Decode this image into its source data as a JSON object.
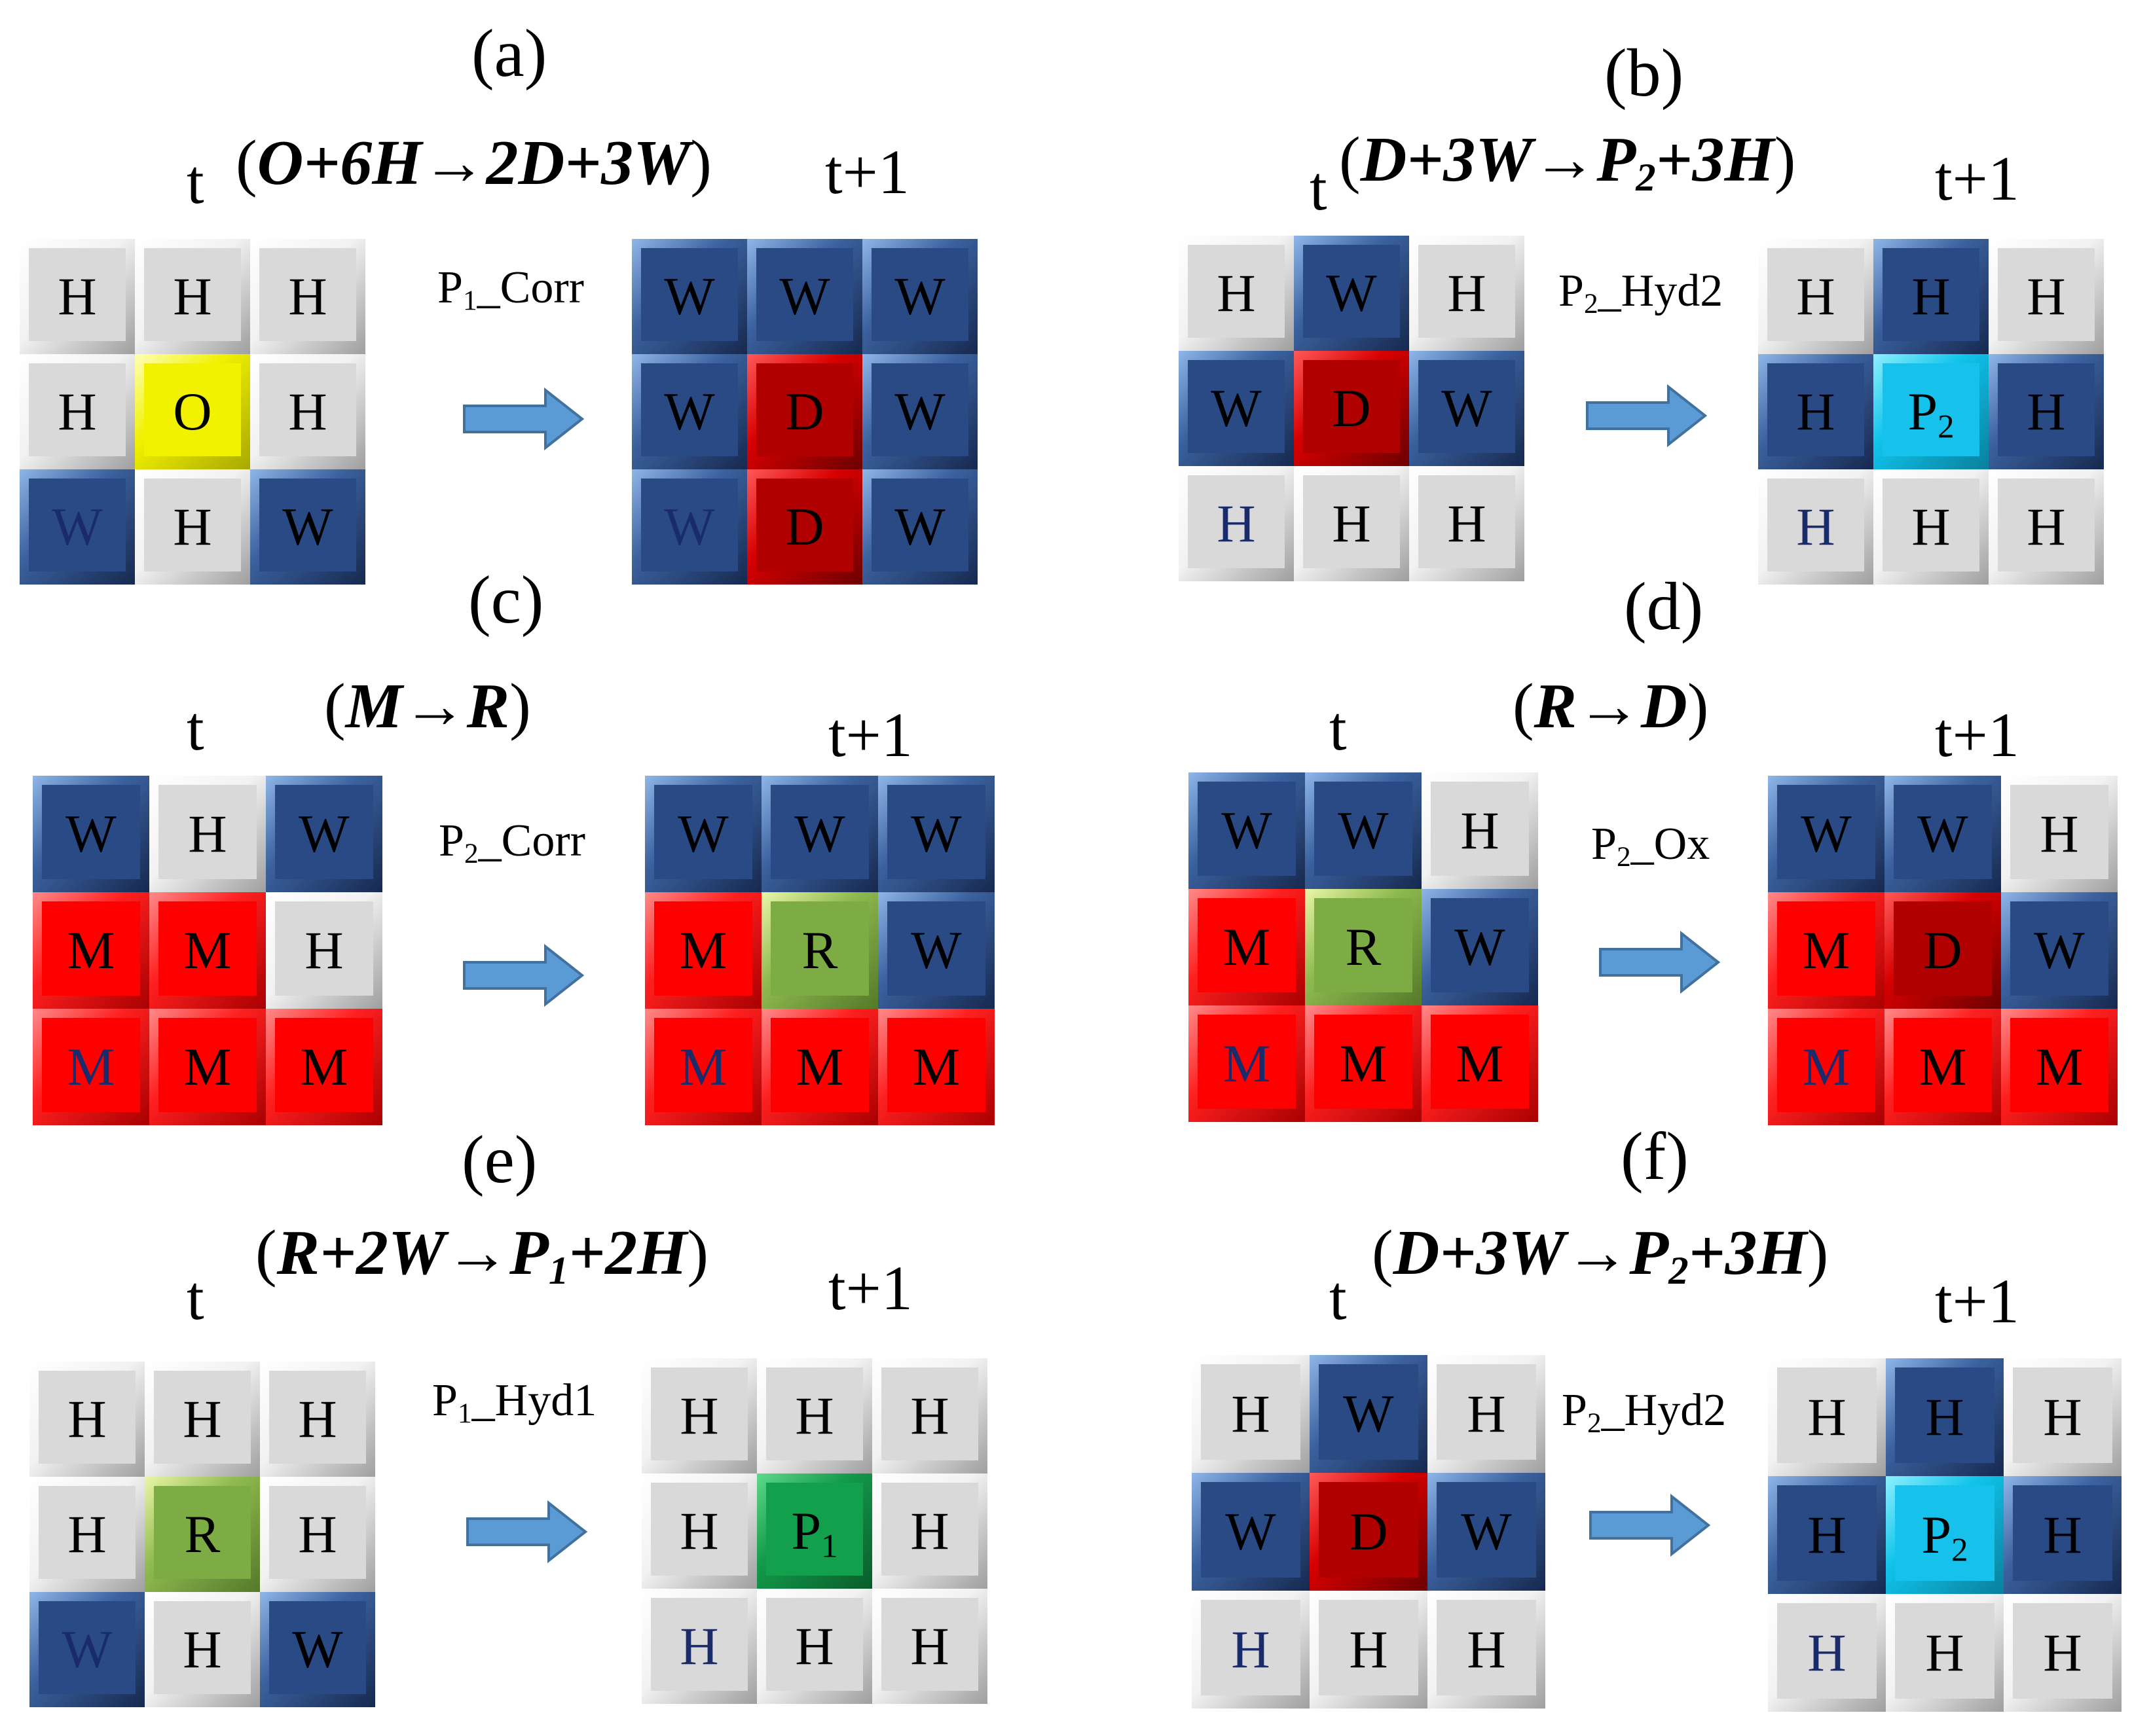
{
  "panels": [
    {
      "id": "a",
      "label": "(a)",
      "equation": {
        "open": "(",
        "pre": "O+6H→2D+3W",
        "sub": "",
        "post": "",
        "close": ")"
      },
      "t_label": "t",
      "t1_label": "t+1",
      "arrow_label": {
        "base": "P",
        "sub": "1",
        "rest": "_Corr"
      },
      "before": [
        [
          "H",
          "H",
          "H"
        ],
        [
          "H",
          "O",
          "H"
        ],
        [
          "W",
          "H",
          "W"
        ]
      ],
      "after": [
        [
          "W",
          "W",
          "W"
        ],
        [
          "W",
          "D",
          "W"
        ],
        [
          "W",
          "D",
          "W"
        ]
      ]
    },
    {
      "id": "b",
      "label": "(b)",
      "equation": {
        "open": "(",
        "pre": "D+3W→P",
        "sub": "2",
        "post": "+3H",
        "close": ")"
      },
      "t_label": "t",
      "t1_label": "t+1",
      "arrow_label": {
        "base": "P",
        "sub": "2",
        "rest": "_Hyd2"
      },
      "before": [
        [
          "H",
          "W",
          "H"
        ],
        [
          "W",
          "D",
          "W"
        ],
        [
          "H",
          "H",
          "H"
        ]
      ],
      "after": [
        [
          "H",
          "H|W",
          "H"
        ],
        [
          "H|W",
          "P2",
          "H|W"
        ],
        [
          "H",
          "H",
          "H"
        ]
      ]
    },
    {
      "id": "c",
      "label": "(c)",
      "equation": {
        "open": "(",
        "pre": "M→R",
        "sub": "",
        "post": "",
        "close": ")"
      },
      "t_label": "t",
      "t1_label": "t+1",
      "arrow_label": {
        "base": "P",
        "sub": "2",
        "rest": "_Corr"
      },
      "before": [
        [
          "W",
          "H",
          "W"
        ],
        [
          "M",
          "M",
          "H"
        ],
        [
          "M",
          "M",
          "M"
        ]
      ],
      "after": [
        [
          "W",
          "W",
          "W"
        ],
        [
          "M",
          "R",
          "W"
        ],
        [
          "M",
          "M",
          "M"
        ]
      ]
    },
    {
      "id": "d",
      "label": "(d)",
      "equation": {
        "open": "(",
        "pre": "R→D",
        "sub": "",
        "post": "",
        "close": ")"
      },
      "t_label": "t",
      "t1_label": "t+1",
      "arrow_label": {
        "base": "P",
        "sub": "2",
        "rest": "_Ox"
      },
      "before": [
        [
          "W",
          "W",
          "H"
        ],
        [
          "M",
          "R",
          "W"
        ],
        [
          "M",
          "M",
          "M"
        ]
      ],
      "after": [
        [
          "W",
          "W",
          "H"
        ],
        [
          "M",
          "D",
          "W"
        ],
        [
          "M",
          "M",
          "M"
        ]
      ]
    },
    {
      "id": "e",
      "label": "(e)",
      "equation": {
        "open": "(",
        "pre": "R+2W→P",
        "sub": "1",
        "post": "+2H",
        "close": ")"
      },
      "t_label": "t",
      "t1_label": "t+1",
      "arrow_label": {
        "base": "P",
        "sub": "1",
        "rest": "_Hyd1"
      },
      "before": [
        [
          "H",
          "H",
          "H"
        ],
        [
          "H",
          "R",
          "H"
        ],
        [
          "W",
          "H",
          "W"
        ]
      ],
      "after": [
        [
          "H",
          "H",
          "H"
        ],
        [
          "H",
          "P1",
          "H"
        ],
        [
          "H",
          "H",
          "H"
        ]
      ]
    },
    {
      "id": "f",
      "label": "(f)",
      "equation": {
        "open": "(",
        "pre": "D+3W→P",
        "sub": "2",
        "post": "+3H",
        "close": ")"
      },
      "t_label": "t",
      "t1_label": "t+1",
      "arrow_label": {
        "base": "P",
        "sub": "2",
        "rest": "_Hyd2"
      },
      "before": [
        [
          "H",
          "W",
          "H"
        ],
        [
          "W",
          "D",
          "W"
        ],
        [
          "H",
          "H",
          "H"
        ]
      ],
      "after": [
        [
          "H",
          "H|W",
          "H"
        ],
        [
          "H|W",
          "P2",
          "H|W"
        ],
        [
          "H",
          "H",
          "H"
        ]
      ]
    }
  ],
  "colors": {
    "H": "#d9d9d9",
    "W": "#2a4a86",
    "M": "#ff0000",
    "D": "#b00000",
    "O": "#f2f200",
    "R": "#7dab44",
    "P1": "#13a04c",
    "P2": "#16c2eb",
    "label_text": "#000000"
  }
}
